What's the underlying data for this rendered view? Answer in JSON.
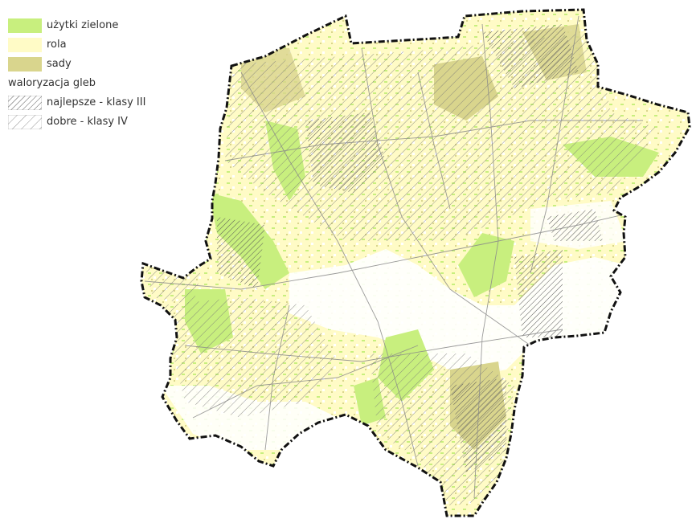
{
  "legend": {
    "items": [
      {
        "label": "użytki zielone",
        "color": "#c8ef7e"
      },
      {
        "label": "rola",
        "color": "#fffbc6"
      },
      {
        "label": "sady",
        "color": "#d9d58d"
      }
    ],
    "heading": "waloryzacja gleb",
    "hatch_items": [
      {
        "label": "najlepsze - klasy III",
        "pattern": "dense-diagonal-hatch"
      },
      {
        "label": "dobre - klasy IV",
        "pattern": "sparse-diagonal-hatch"
      }
    ]
  },
  "map": {
    "boundary_style": "black dash-dot outline",
    "colors": {
      "grassland": "#c8ef7e",
      "arable": "#fffbc6",
      "orchard": "#d9d58d",
      "roads": "#8a8a8a",
      "boundary": "#111111"
    }
  }
}
